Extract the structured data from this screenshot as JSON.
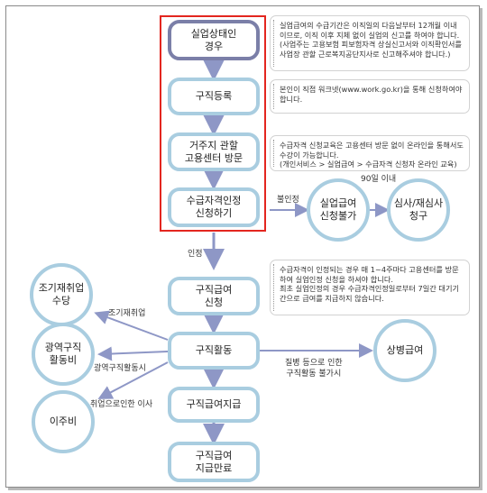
{
  "steps": [
    "실업상태인\n경우",
    "구직등록",
    "거주지 관할\n고용센터 방문",
    "수급자격인정\n신청하기",
    "구직급여\n신청",
    "구직활동",
    "구직급여지급",
    "구직급여\n지급만료"
  ],
  "notes": [
    "실업급여의 수급기간은 이직일의 다음날부터 12개월 이내이므로, 이직 이후 지체 없이 실업의 신고를 하여야 합니다. (사업주는 고용보험 피보험자격 상실신고서와 이직확인서를 사업장 관할 근로복지공단지사로 신고해주셔야 합니다.)",
    "본인이 직접 워크넷(www.work.go.kr)을 통해 신청하여야 합니다.",
    "수급자격 신청교육은 고용센터 방문 없이 온라인을 통해서도 수강이 가능합니다.\n(개인서비스 > 실업급여 > 수급자격 신청자 온라인 교육)",
    "수급자격이 인정되는 경우 매 1~4주마다 고용센터를 방문하여 실업인정 신청을 하셔야 합니다.\n최초 실업인정의 경우 수급자격인정일로부터 7일간 대기기간으로 급여를 지급하지 않습니다."
  ],
  "circles": {
    "unemp_impossible": "실업급여\n신청불가",
    "appeal": "심사/재심사\n청구",
    "early_reemp": "조기재취업\n수당",
    "wide_area": "광역구직\n활동비",
    "moving": "이주비",
    "sickness": "상병급여"
  },
  "labels": {
    "rejected": "불인정",
    "within_90": "90일 이내",
    "approved": "인정",
    "early_reemp": "조기재취업",
    "wide_area": "광역구직활동시",
    "moving": "취업으로인한 이사",
    "sickness": "질병 등으로 인한\n구직활동 불가시"
  },
  "colors": {
    "step_border": "#a9cde0",
    "first_step_border": "#7b7fa8",
    "arrow": "#8e97c6",
    "highlight": "#e3261f"
  }
}
